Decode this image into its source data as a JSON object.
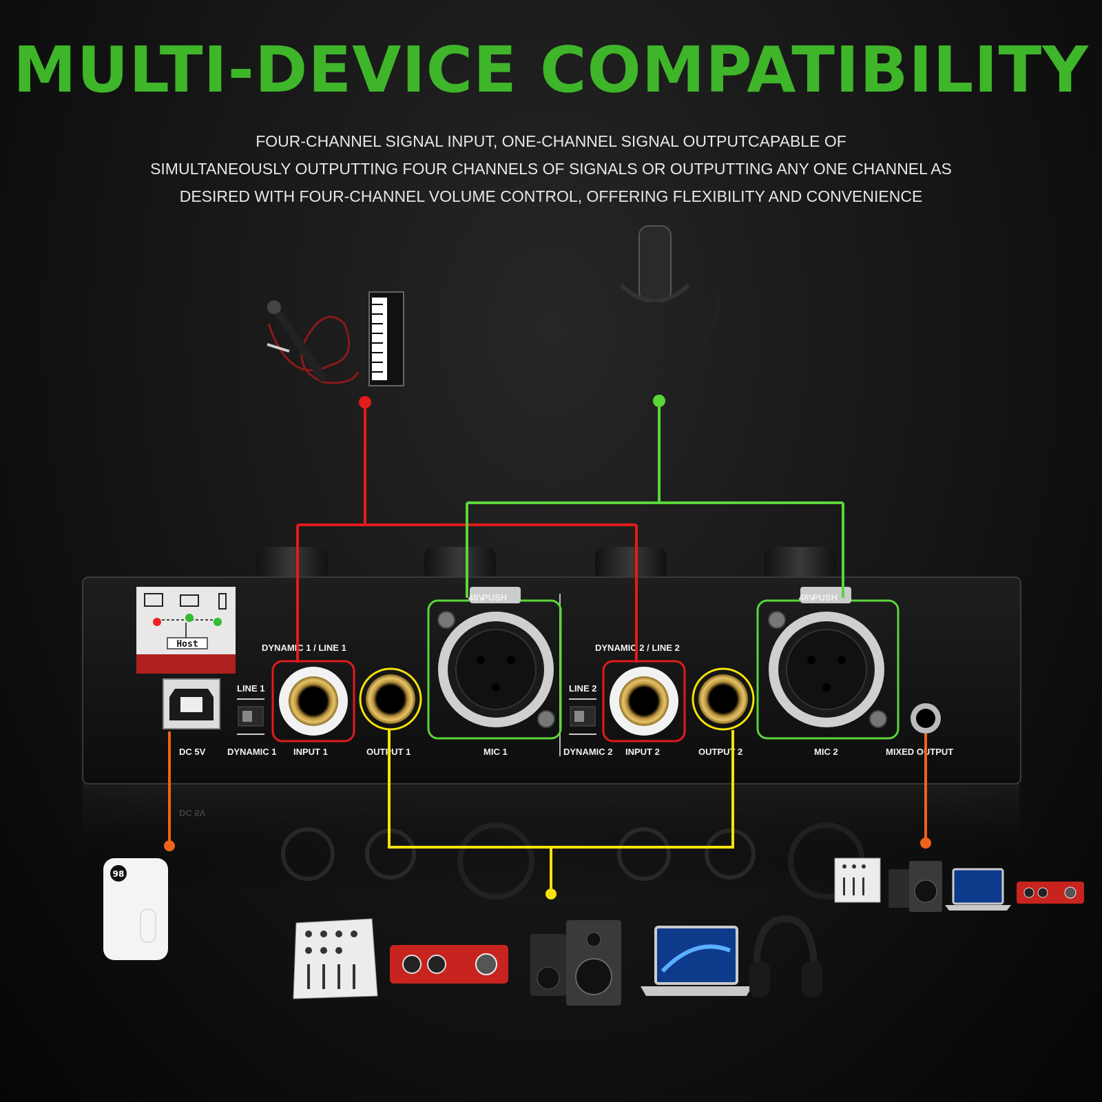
{
  "title": "MULTI-DEVICE COMPATIBILITY",
  "subtitle_lines": [
    "FOUR-CHANNEL SIGNAL INPUT, ONE-CHANNEL SIGNAL OUTPUTCAPABLE OF",
    "SIMULTANEOUSLY OUTPUTTING FOUR CHANNELS OF SIGNALS OR OUTPUTTING ANY ONE CHANNEL AS",
    "DESIRED WITH FOUR-CHANNEL VOLUME CONTROL, OFFERING FLEXIBILITY AND CONVENIENCE"
  ],
  "panel": {
    "host_label": "Host",
    "labels": {
      "dc": "DC 5V",
      "dynamic_line_1": "DYNAMIC 1 / LINE 1",
      "dynamic_line_2": "DYNAMIC 2 / LINE 2",
      "line1": "LINE 1",
      "line2": "LINE 2",
      "dynamic1": "DYNAMIC 1",
      "dynamic2": "DYNAMIC 2",
      "input1": "INPUT 1",
      "input2": "INPUT 2",
      "output1": "OUTPUT 1",
      "output2": "OUTPUT 2",
      "mic1": "MIC 1",
      "mic2": "MIC 2",
      "mixed": "MIXED OUTPUT",
      "push": "PUSH",
      "phantom": "48V"
    }
  },
  "powerbank_display": "98",
  "colors": {
    "title_green": "#3fb52a",
    "line_red": "#e31b1b",
    "line_green": "#5bd63a",
    "line_yellow": "#f5e20a",
    "line_orange": "#f0621a"
  },
  "icons": [
    "handheld-mic-icon",
    "keyboard-icon",
    "condenser-mic-icon",
    "power-bank-icon",
    "mixer-icon",
    "audio-interface-icon",
    "speaker-icon",
    "laptop-icon",
    "headphones-icon"
  ]
}
